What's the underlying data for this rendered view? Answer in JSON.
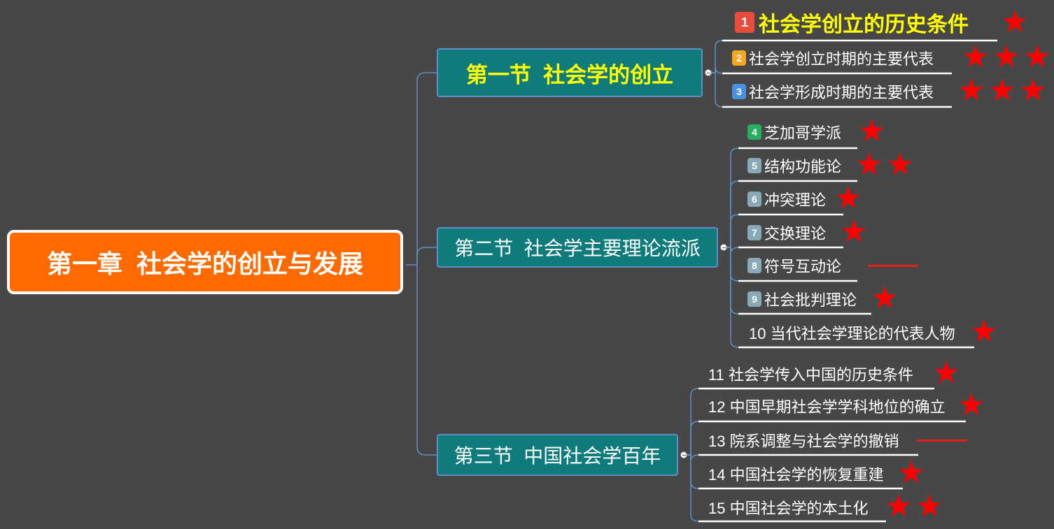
{
  "root": {
    "title": "第一章  社会学的创立与发展"
  },
  "sections": [
    {
      "title": "第一节  社会学的创立"
    },
    {
      "title": "第二节  社会学主要理论流派"
    },
    {
      "title": "第三节  中国社会学百年"
    }
  ],
  "items": [
    {
      "number": "1",
      "badge_color": "#e84c3d",
      "label": "社会学创立的历史条件",
      "stars": 1
    },
    {
      "number": "2",
      "badge_color": "#f5a623",
      "label": "社会学创立时期的主要代表",
      "stars": 3
    },
    {
      "number": "3",
      "badge_color": "#4a90e2",
      "label": "社会学形成时期的主要代表",
      "stars": 3
    },
    {
      "number": "4",
      "badge_color": "#27ae60",
      "label": "芝加哥学派",
      "stars": 1
    },
    {
      "number": "5",
      "badge_color": "#8aa9b8",
      "label": "结构功能论",
      "stars": 2
    },
    {
      "number": "6",
      "badge_color": "#8aa9b8",
      "label": "冲突理论",
      "stars": 1
    },
    {
      "number": "7",
      "badge_color": "#8aa9b8",
      "label": "交换理论",
      "stars": 1
    },
    {
      "number": "8",
      "badge_color": "#8aa9b8",
      "label": "符号互动论",
      "stars": 0,
      "mark": "dash"
    },
    {
      "number": "9",
      "badge_color": "#8aa9b8",
      "label": "社会批判理论",
      "stars": 1
    },
    {
      "label": "10 当代社会学理论的代表人物",
      "stars": 1
    },
    {
      "label": "11 社会学传入中国的历史条件",
      "stars": 1
    },
    {
      "label": "12 中国早期社会学学科地位的确立",
      "stars": 1
    },
    {
      "label": "13 院系调整与社会学的撤销",
      "stars": 0,
      "mark": "dash"
    },
    {
      "label": "14 中国社会学的恢复重建",
      "stars": 1
    },
    {
      "label": "15 中国社会学的本土化",
      "stars": 2
    }
  ],
  "colors": {
    "background": "#474747",
    "root_fill": "#ff6a00",
    "section_fill": "#0f7b7b",
    "connector": "#5f8fc6",
    "star": "#ff0000",
    "highlight_text": "#ffff00"
  }
}
